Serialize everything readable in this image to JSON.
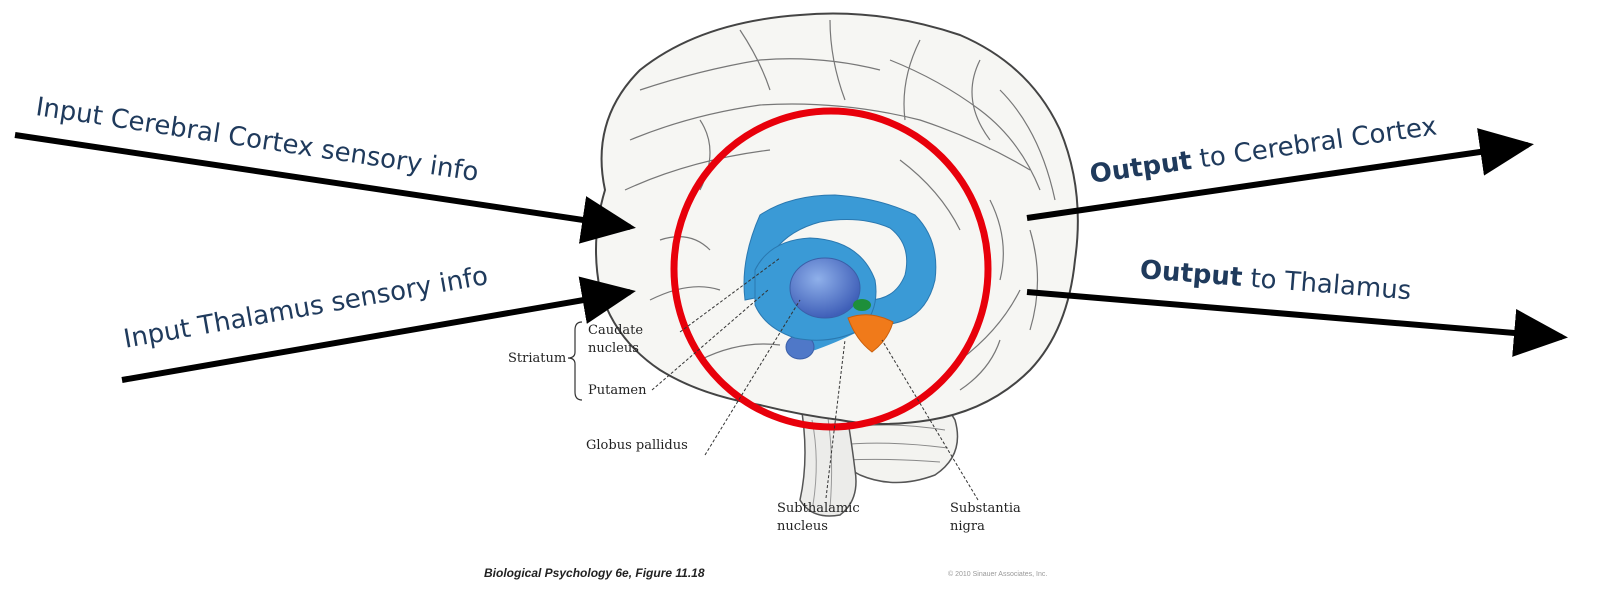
{
  "arrows": {
    "input_cortex": {
      "label": "Input Cerebral Cortex sensory info"
    },
    "input_thalamus": {
      "label": "Input Thalamus sensory info"
    },
    "output_cortex": {
      "label_bold": "Output",
      "label_rest": " to Cerebral Cortex"
    },
    "output_thalamus": {
      "label_bold": "Output",
      "label_rest": " to Thalamus"
    }
  },
  "anatomy": {
    "caudate": "Caudate",
    "nucleus": "nucleus",
    "striatum": "Striatum",
    "putamen": "Putamen",
    "globus": "Globus pallidus",
    "subthalamic": "Subthalamic",
    "subthalamic_nucleus": "nucleus",
    "substantia": "Substantia",
    "nigra": "nigra"
  },
  "caption": "Biological Psychology 6e, Figure 11.18",
  "copyright": "© 2010 Sinauer Associates, Inc.",
  "colors": {
    "arrow": "#000000",
    "highlight_circle": "#e8000b",
    "basal_ganglia": "#3a9ad6",
    "globus_pallidus": "#4a6cc4",
    "substantia_nigra": "#f07a1a",
    "subthalamic": "#1e8f3a",
    "label_text": "#1f3a5c"
  }
}
